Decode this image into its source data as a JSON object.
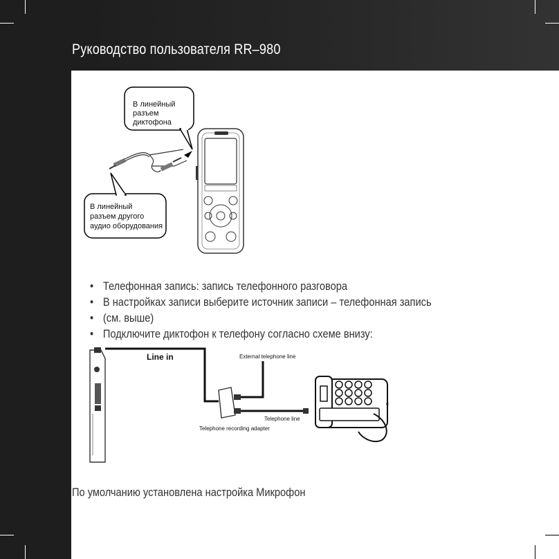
{
  "header": {
    "title": "Руководство пользователя RR–980"
  },
  "diagram1": {
    "callout_top": [
      "В линейный",
      "разъем",
      "диктофона"
    ],
    "callout_bottom": [
      "В линейный",
      "разъем другого",
      "аудио оборудования"
    ]
  },
  "bullets": [
    "Телефонная запись: запись телефонного разговора",
    "В настройках записи выберите источник записи – телефонная запись",
    "(см. выше)",
    "Подключите диктофон к телефону согласно схеме внизу:"
  ],
  "diagram2": {
    "line_in": "Line in",
    "external_line": "External telephone line",
    "telephone_line": "Telephone line",
    "adapter": "Telephone recording adapter",
    "c_label": "c"
  },
  "footer_note": "По умолчанию установлена настройка Микрофон"
}
